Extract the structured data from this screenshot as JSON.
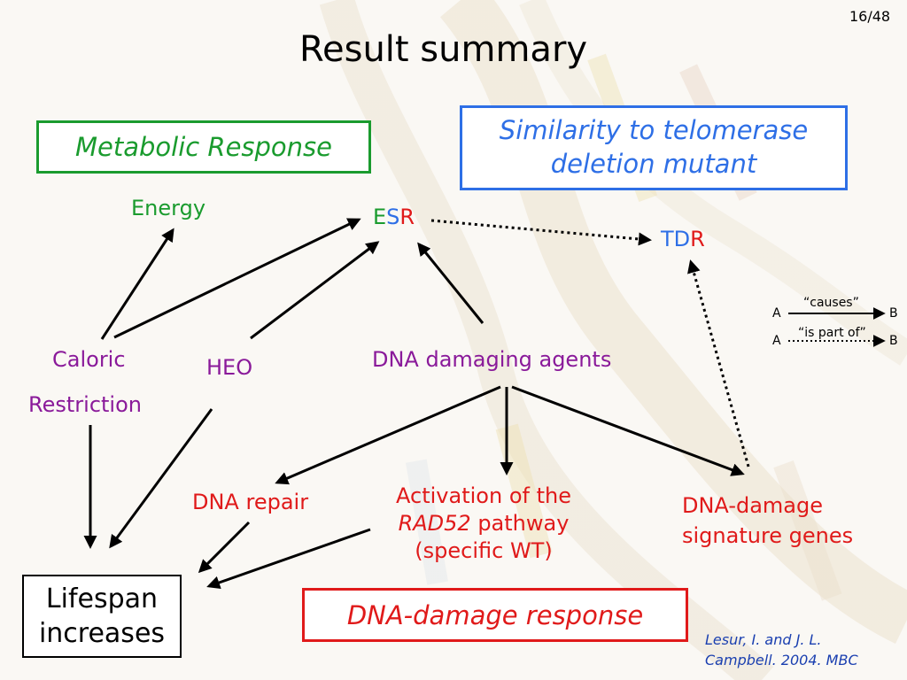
{
  "slide": {
    "page_number": "16/48",
    "title": "Result summary"
  },
  "boxes": {
    "metabolic": "Metabolic Response",
    "similarity_line1": "Similarity to telomerase",
    "similarity_line2": "deletion mutant",
    "lifespan_line1": "Lifespan",
    "lifespan_line2": "increases",
    "dna_damage_response": "DNA-damage response"
  },
  "nodes": {
    "energy": "Energy",
    "esr_e": "E",
    "esr_s": "S",
    "esr_r": "R",
    "tdr_td": "TD",
    "tdr_r": "R",
    "caloric": "Caloric",
    "restriction": "Restriction",
    "heo": "HEO",
    "dna_damaging_agents": "DNA damaging agents",
    "dna_repair": "DNA repair",
    "activation_line1": "Activation of the",
    "activation_rad52": "RAD52",
    "activation_pathway": " pathway",
    "activation_line3": "(specific WT)",
    "signature_line1": "DNA-damage",
    "signature_line2": "signature genes"
  },
  "legend": {
    "causes_label": "“causes”",
    "is_part_of_label": "“is part of”",
    "a1": "A",
    "b1": "B",
    "a2": "A",
    "b2": "B"
  },
  "citation": {
    "line1": "Lesur, I. and J. L.",
    "line2": "Campbell. 2004. MBC"
  },
  "colors": {
    "green": "#1a9b2e",
    "blue": "#2e6fe6",
    "red": "#e01a1a",
    "purple": "#8a1a9a",
    "black": "#000000"
  }
}
